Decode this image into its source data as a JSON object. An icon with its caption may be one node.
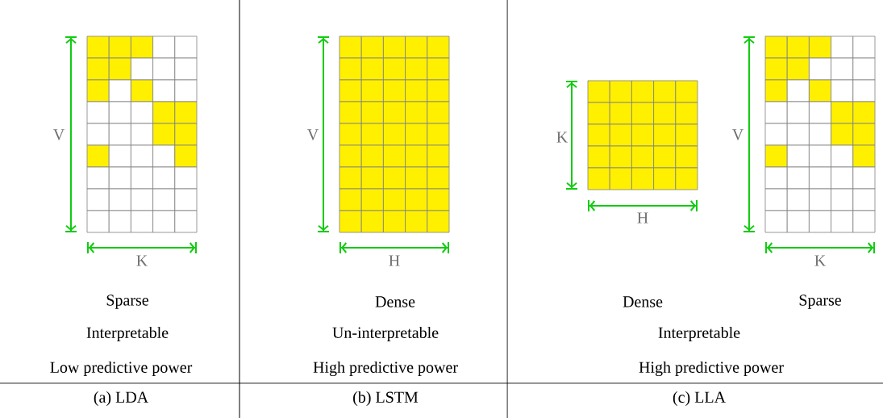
{
  "diagram": {
    "labels": [
      "V",
      "K",
      "V",
      "H",
      "K",
      "H",
      "V",
      "K",
      "Sparse",
      "Dense",
      "Dense",
      "Sparse",
      "Interpretable",
      "Un-interpretable",
      "Interpretable",
      "Low predictive power",
      "High predictive power",
      "High predictive power",
      "(a) LDA",
      "(b) LSTM",
      "(c) LLA"
    ]
  }
}
